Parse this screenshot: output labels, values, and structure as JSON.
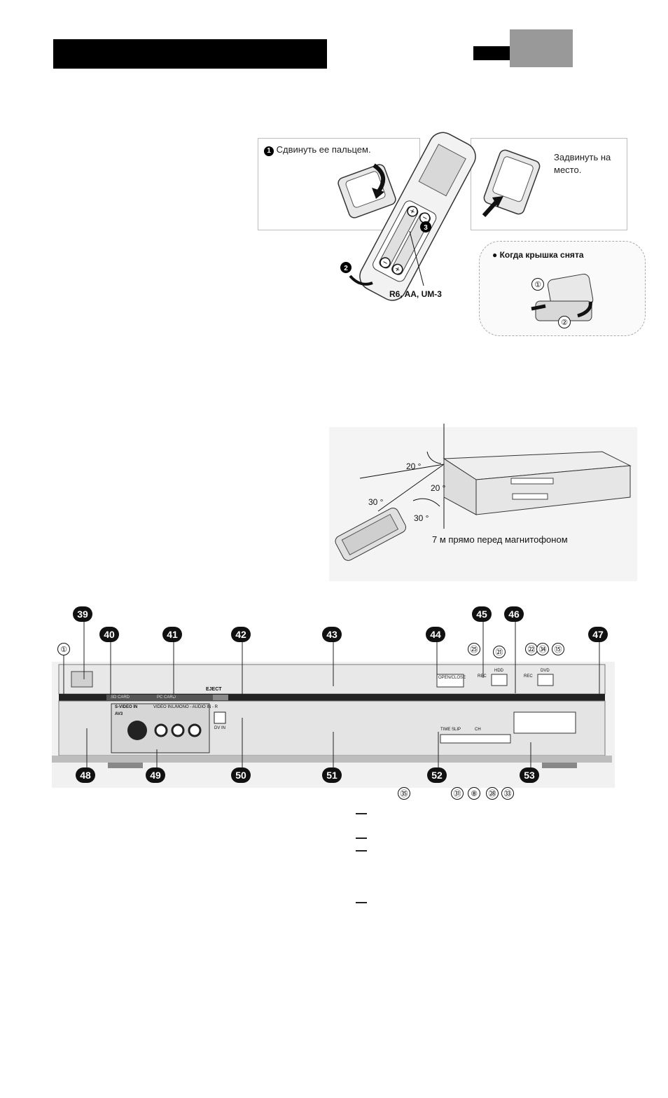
{
  "battery": {
    "step1_label": "Сдвинуть ее пальцем.",
    "step1_num": "1",
    "step2_num": "2",
    "step3_num": "3",
    "right_label_line1": "Задвинуть на",
    "right_label_line2": "место.",
    "battery_type": "R6, AA, UM-3",
    "cover_removed_title": "Когда крышка снята",
    "cover_steps": [
      "①",
      "②"
    ]
  },
  "range": {
    "angle_top": "20 °",
    "angle_mid": "20 °",
    "angle_left": "30 °",
    "angle_bottom": "30 °",
    "distance_caption": "7 м прямо перед магнитофоном"
  },
  "front_panel": {
    "top_badges": [
      "39",
      "40",
      "41",
      "42",
      "43",
      "44",
      "45",
      "46",
      "47"
    ],
    "top_circles": [
      "①",
      "㉕",
      "㉑",
      "㉒",
      "㉞",
      "⑮"
    ],
    "bottom_badges": [
      "48",
      "49",
      "50",
      "51",
      "52",
      "53"
    ],
    "bottom_circles": [
      "㉟",
      "㉛",
      "⑧",
      "㉘",
      "㉝"
    ],
    "panel_labels": {
      "eject": "EJECT",
      "open_close": "OPEN/CLOSE",
      "sd_card": "SD CARD",
      "pc_card": "PC CARD",
      "av3": "AV3",
      "svideo": "S-VIDEO IN",
      "video_in": "VIDEO IN",
      "audio_in": "L/MONO - AUDIO IN - R",
      "dv_in": "DV IN",
      "time_slip": "TIME SLIP",
      "rec": "REC",
      "ch": "CH",
      "hdd": "HDD",
      "dvd": "DVD"
    }
  }
}
